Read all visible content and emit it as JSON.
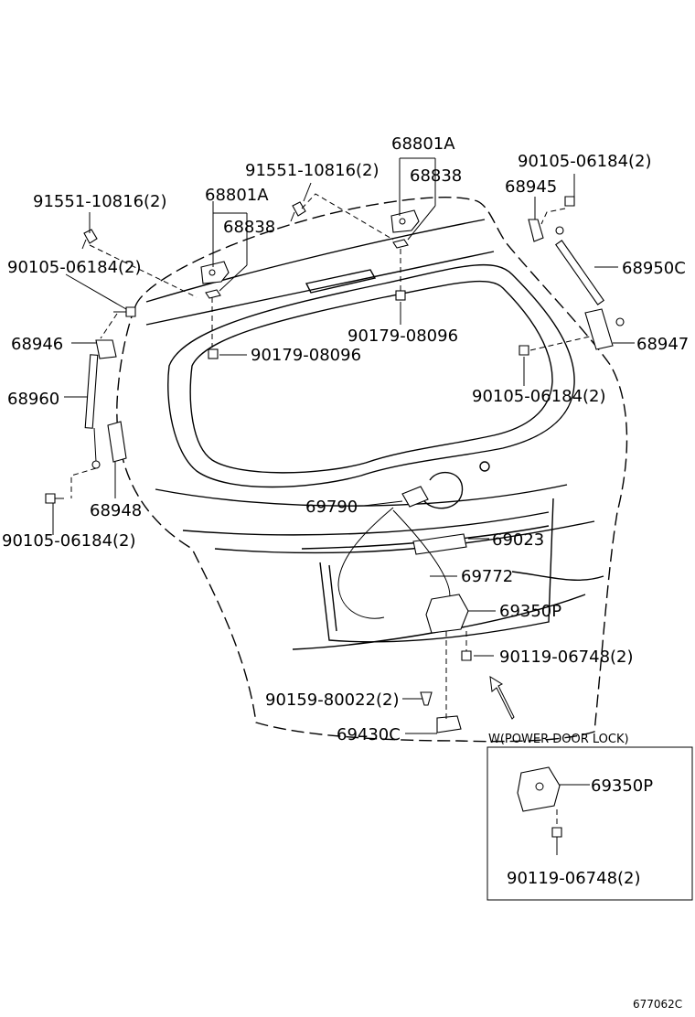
{
  "labels": {
    "p91551_10816_left": "91551-10816(2)",
    "p90105_06184_upper_left": "90105-06184(2)",
    "p68946": "68946",
    "p68960": "68960",
    "p90105_06184_lower_left": "90105-06184(2)",
    "p68948": "68948",
    "p68801A_left": "68801A",
    "p68838_left": "68838",
    "p91551_10816_center": "91551-10816(2)",
    "p68801A_right": "68801A",
    "p68838_right": "68838",
    "p90179_08096_left": "90179-08096",
    "p90179_08096_right": "90179-08096",
    "p90105_06184_top_right": "90105-06184(2)",
    "p68945": "68945",
    "p68950C": "68950C",
    "p68947": "68947",
    "p90105_06184_mid_right": "90105-06184(2)",
    "p69790": "69790",
    "p69023": "69023",
    "p69772": "69772",
    "p69350P": "69350P",
    "p90119_06748": "90119-06748(2)",
    "p90159_80022": "90159-80022(2)",
    "p69430C": "69430C"
  },
  "inset": {
    "title": "W(POWER DOOR LOCK)",
    "part_lock": "69350P",
    "part_bolt": "90119-06748(2)"
  },
  "figure_id": "677062C"
}
